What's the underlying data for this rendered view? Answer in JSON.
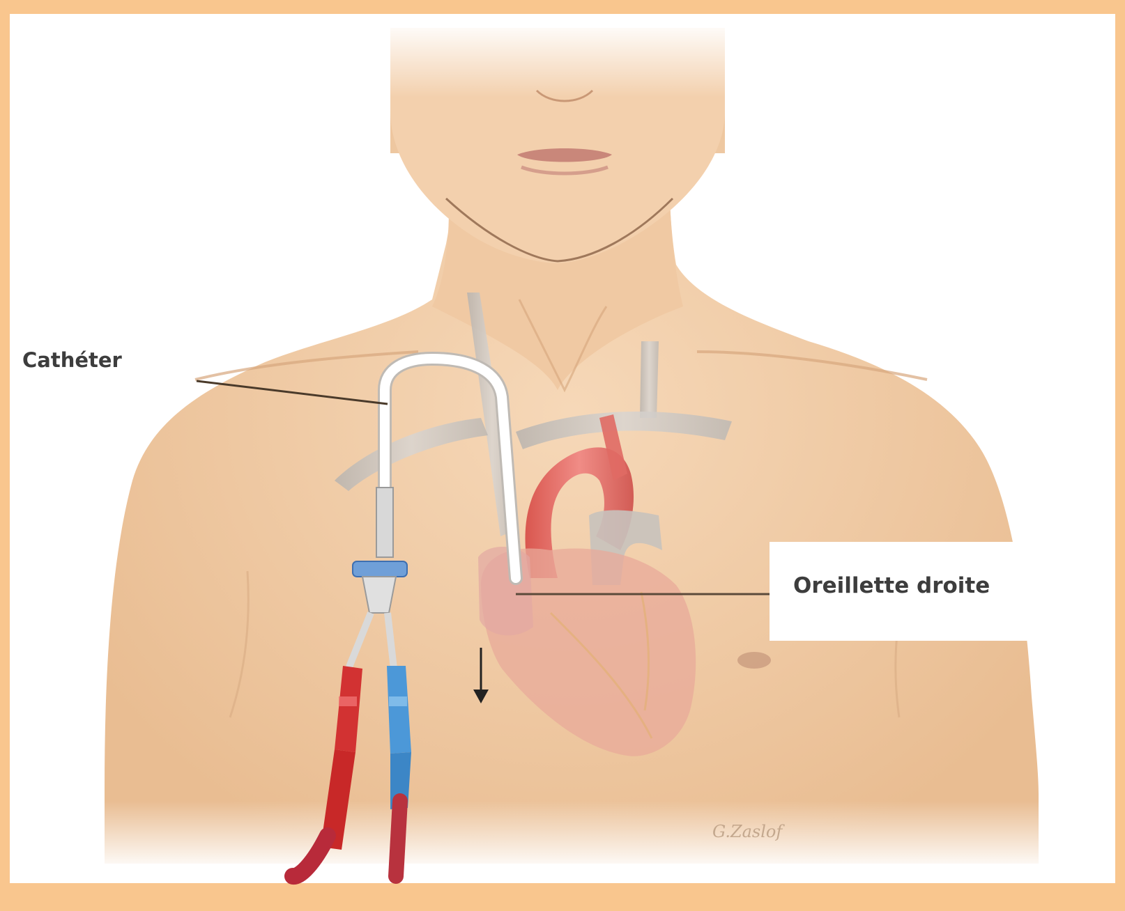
{
  "labels": {
    "catheter": "Cathéter",
    "right_atrium": "Oreillette droite"
  },
  "signature": "G.Zaslof",
  "colors": {
    "frame": "#f9c68e",
    "skin": "#f2cfa8",
    "artery": "#e56c6c",
    "vein": "#c9c4c0",
    "red_line": "#d42a2a",
    "blue_line": "#4a98d8"
  }
}
